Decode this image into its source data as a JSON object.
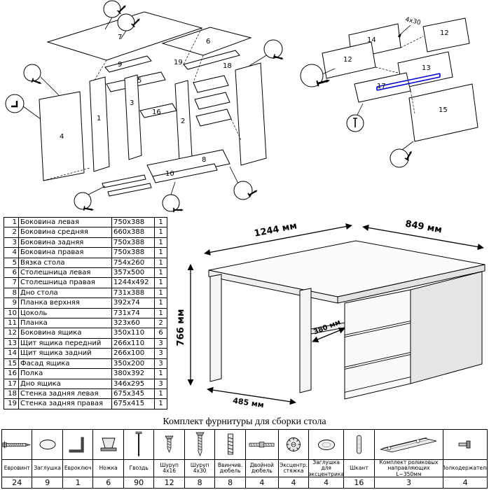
{
  "diagram_labels": {
    "main": {
      "p1": "1",
      "p2": "2",
      "p3": "3",
      "p4": "4",
      "p5": "5",
      "p6": "6",
      "p7": "7",
      "p8": "8",
      "p9": "9",
      "p10": "10",
      "p16": "16",
      "p18": "18",
      "p19": "19"
    },
    "detail": {
      "p12a": "12",
      "p12b": "12",
      "p13": "13",
      "p14": "14",
      "p15": "15",
      "p17": "17",
      "screw_note": "4x30"
    }
  },
  "parts_table": {
    "rows": [
      {
        "num": "1",
        "name": "Боковина левая",
        "size": "750x388",
        "qty": "1"
      },
      {
        "num": "2",
        "name": "Боковина средняя",
        "size": "660x388",
        "qty": "1"
      },
      {
        "num": "3",
        "name": "Боковина задняя",
        "size": "750x388",
        "qty": "1"
      },
      {
        "num": "4",
        "name": "Боковина правая",
        "size": "750x388",
        "qty": "1"
      },
      {
        "num": "5",
        "name": "Вязка стола",
        "size": "754x260",
        "qty": "1"
      },
      {
        "num": "6",
        "name": "Столешница левая",
        "size": "357x500",
        "qty": "1"
      },
      {
        "num": "7",
        "name": "Столешница правая",
        "size": "1244x492",
        "qty": "1"
      },
      {
        "num": "8",
        "name": "Дно стола",
        "size": "731x388",
        "qty": "1"
      },
      {
        "num": "9",
        "name": "Планка верхняя",
        "size": "392x74",
        "qty": "1"
      },
      {
        "num": "10",
        "name": "Цоколь",
        "size": "731x74",
        "qty": "1"
      },
      {
        "num": "11",
        "name": "Планка",
        "size": "323x60",
        "qty": "2"
      },
      {
        "num": "12",
        "name": "Боковина ящика",
        "size": "350x110",
        "qty": "6"
      },
      {
        "num": "13",
        "name": "Щит ящика передний",
        "size": "266x110",
        "qty": "3"
      },
      {
        "num": "14",
        "name": "Щит ящика задний",
        "size": "266x100",
        "qty": "3"
      },
      {
        "num": "15",
        "name": "Фасад ящика",
        "size": "350x200",
        "qty": "3"
      },
      {
        "num": "16",
        "name": "Полка",
        "size": "380x392",
        "qty": "1"
      },
      {
        "num": "17",
        "name": "Дно ящика",
        "size": "346x295",
        "qty": "3"
      },
      {
        "num": "18",
        "name": "Стенка задняя левая",
        "size": "675x345",
        "qty": "1"
      },
      {
        "num": "19",
        "name": "Стенка задняя правая",
        "size": "675x415",
        "qty": "1"
      }
    ]
  },
  "desk_dimensions": {
    "width": "1244 мм",
    "depth": "849 мм",
    "height": "766 мм",
    "shelf_depth": "380 мм",
    "left_depth": "485 мм"
  },
  "hardware": {
    "title": "Комплект фурнитуры для сборки стола",
    "items": [
      {
        "name": "Евровинт",
        "qty": "24",
        "icon": "confirmat-screw"
      },
      {
        "name": "Заглушка",
        "qty": "9",
        "icon": "cap"
      },
      {
        "name": "Евроключ",
        "qty": "1",
        "icon": "hex-key"
      },
      {
        "name": "Ножка",
        "qty": "6",
        "icon": "leg"
      },
      {
        "name": "Гвоздь",
        "qty": "90",
        "icon": "nail"
      },
      {
        "name": "Шуруп 4x16",
        "qty": "12",
        "icon": "screw-small"
      },
      {
        "name": "Шуруп 4x30",
        "qty": "8",
        "icon": "screw-large"
      },
      {
        "name": "Ввинчив. дюбель",
        "qty": "8",
        "icon": "screw-dowel"
      },
      {
        "name": "Двойной дюбель",
        "qty": "4",
        "icon": "double-dowel"
      },
      {
        "name": "Эксцентр. стяжка",
        "qty": "4",
        "icon": "cam-lock"
      },
      {
        "name": "Заглушка для эксцентрика",
        "qty": "4",
        "icon": "cam-cap"
      },
      {
        "name": "Шкант",
        "qty": "16",
        "icon": "wood-dowel"
      },
      {
        "name": "Комплект роликовых направляющих L~350мм",
        "qty": "3",
        "icon": "roller-guide"
      },
      {
        "name": "Полкодержатель",
        "qty": "4",
        "icon": "shelf-pin"
      }
    ]
  }
}
